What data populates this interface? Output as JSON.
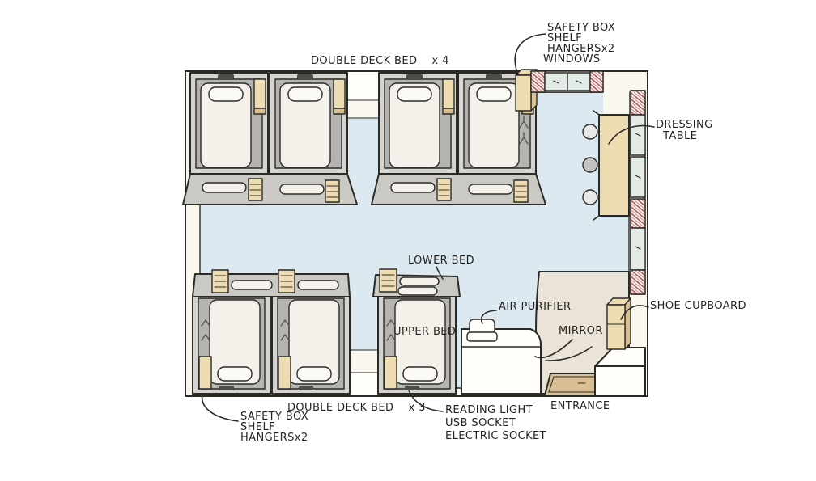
{
  "labels": {
    "safety_box_top": "SAFETY BOX\nSHELF\nHANGERSx2",
    "windows": "WINDOWS",
    "double_deck_bed_top": "DOUBLE DECK BED    x 4",
    "dressing_table": "DRESSING\n  TABLE",
    "lower_bed": "LOWER BED",
    "air_purifier": "AIR PURIFIER",
    "mirror": "MIRROR",
    "shoe_cupboard": "SHOE CUPBOARD",
    "upper_bed": "UPPER BED",
    "entrance": "ENTRANCE",
    "double_deck_bed_bottom": "DOUBLE DECK BED    x 3",
    "safety_box_bottom": "SAFETY BOX\nSHELF\nHANGERSx2",
    "reading_light": "READING LIGHT\nUSB SOCKET\nELECTRIC SOCKET"
  },
  "colors": {
    "line": "#2b2a27",
    "label": "#26241f",
    "floor": "#dce9f0",
    "wall": "#faf7ee",
    "white": "#fffefb",
    "frame": "#d6d4d0",
    "frame_dark": "#b6b4b0",
    "skirt": "#cbc9c4",
    "mattress": "#f3f1ea",
    "pillow": "#fbfaf5",
    "wood": "#eedcb2",
    "wood_dark": "#dcc28f",
    "pane": "#e3ebe6",
    "curtain": "#b05252",
    "vestibule": "#e9e3d8",
    "door": "#d9bf93",
    "stool_light": "#e9e8e6",
    "stool_dark": "#c3c2c0",
    "mark": "#4d4c4a"
  }
}
